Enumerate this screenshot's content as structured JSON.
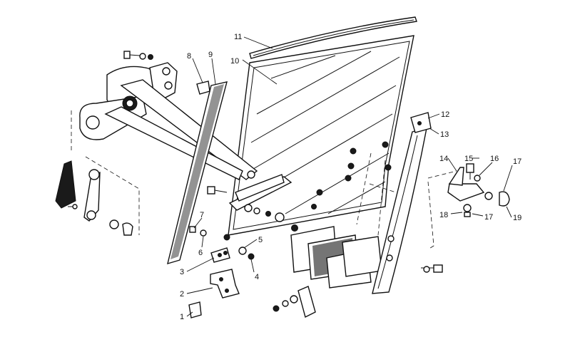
{
  "callouts": [
    {
      "id": "c1",
      "text": "1"
    },
    {
      "id": "c2",
      "text": "2"
    },
    {
      "id": "c3",
      "text": "3"
    },
    {
      "id": "c4",
      "text": "4"
    },
    {
      "id": "c5",
      "text": "5"
    },
    {
      "id": "c6",
      "text": "6"
    },
    {
      "id": "c7",
      "text": "7"
    },
    {
      "id": "c8",
      "text": "8"
    },
    {
      "id": "c9",
      "text": "9"
    },
    {
      "id": "c10",
      "text": "10"
    },
    {
      "id": "c11",
      "text": "11"
    },
    {
      "id": "c12",
      "text": "12"
    },
    {
      "id": "c13",
      "text": "13"
    },
    {
      "id": "c14",
      "text": "14"
    },
    {
      "id": "c15",
      "text": "15"
    },
    {
      "id": "c16",
      "text": "16"
    },
    {
      "id": "c17a",
      "text": "17"
    },
    {
      "id": "c17b",
      "text": "17"
    },
    {
      "id": "c18",
      "text": "18"
    },
    {
      "id": "c19",
      "text": "19"
    }
  ]
}
